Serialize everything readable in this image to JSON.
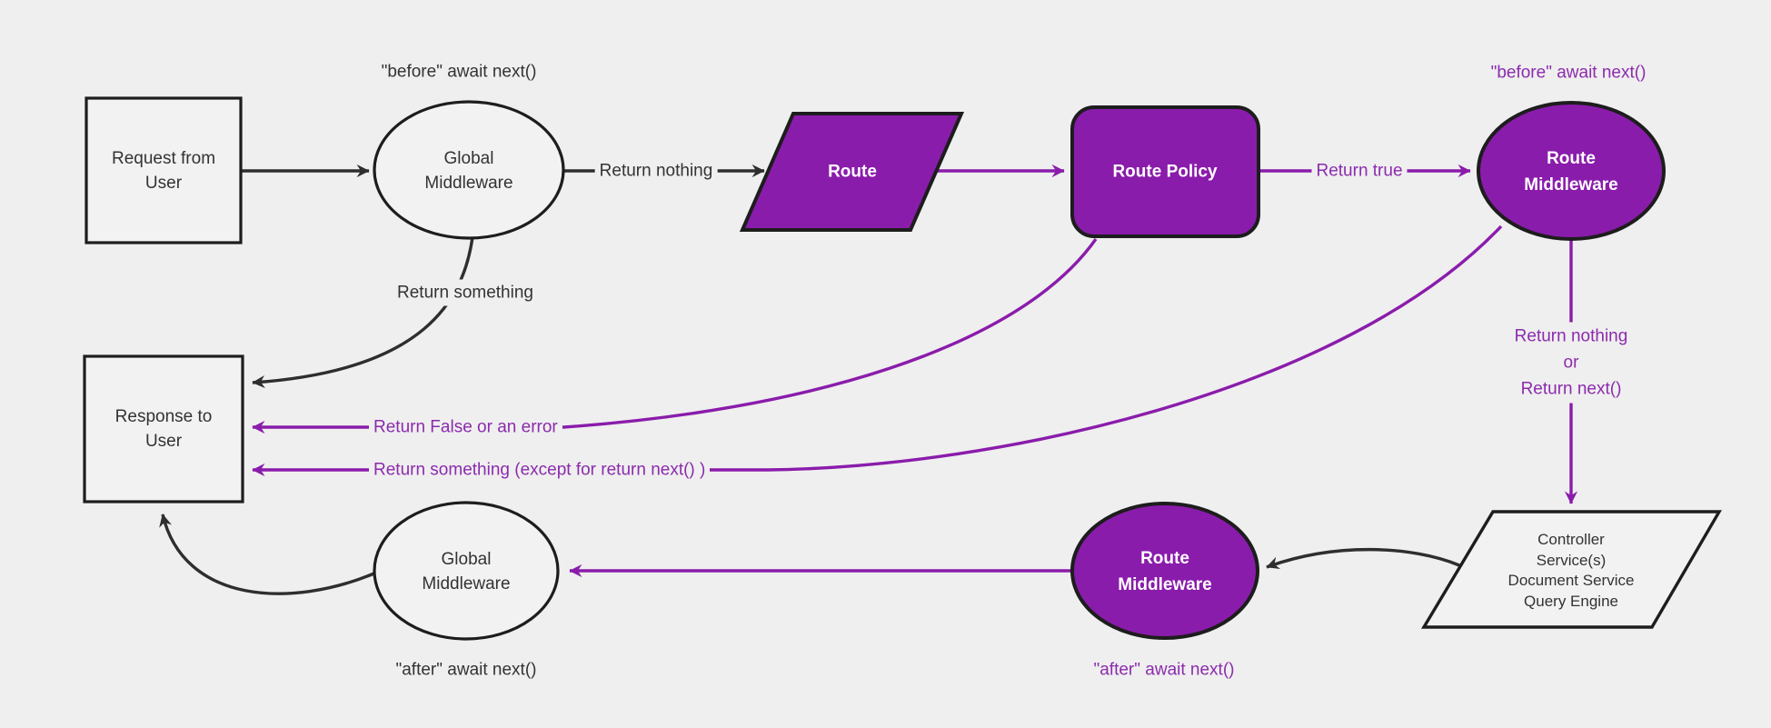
{
  "theme": {
    "background": "#efefef",
    "node_fill_light": "#f2f2f2",
    "node_fill_purple": "#8a1cab",
    "border_color": "#1d1d1d",
    "edge_black": "#2e2e2e",
    "edge_purple": "#8a1cab",
    "text_dark": "#333333",
    "text_purple": "#8c2bae",
    "text_on_purple": "#ffffff"
  },
  "nodes": {
    "request": {
      "lines": [
        "Request from",
        "User"
      ]
    },
    "global_middleware_top": {
      "lines": [
        "Global",
        "Middleware"
      ]
    },
    "route": {
      "lines": [
        "Route"
      ]
    },
    "route_policy": {
      "lines": [
        "Route Policy"
      ]
    },
    "route_middleware_top": {
      "lines": [
        "Route",
        "Middleware"
      ]
    },
    "controller": {
      "lines": [
        "Controller",
        "Service(s)",
        "Document Service",
        "Query Engine"
      ]
    },
    "route_middleware_bottom": {
      "lines": [
        "Route",
        "Middleware"
      ]
    },
    "global_middleware_bottom": {
      "lines": [
        "Global",
        "Middleware"
      ]
    },
    "response": {
      "lines": [
        "Response to",
        "User"
      ]
    }
  },
  "edge_labels": {
    "before_await_next_global": "\"before\" await next()",
    "before_await_next_route": "\"before\" await next()",
    "return_nothing": "Return nothing",
    "return_true": "Return true",
    "return_something": "Return something",
    "return_nothing_or": [
      "Return nothing",
      "or",
      "Return next()"
    ],
    "return_false_or_error": "Return False or an error",
    "return_something_except": "Return something (except for return next() )",
    "after_await_next_route": "\"after\" await next()",
    "after_await_next_global": "\"after\" await next()"
  }
}
